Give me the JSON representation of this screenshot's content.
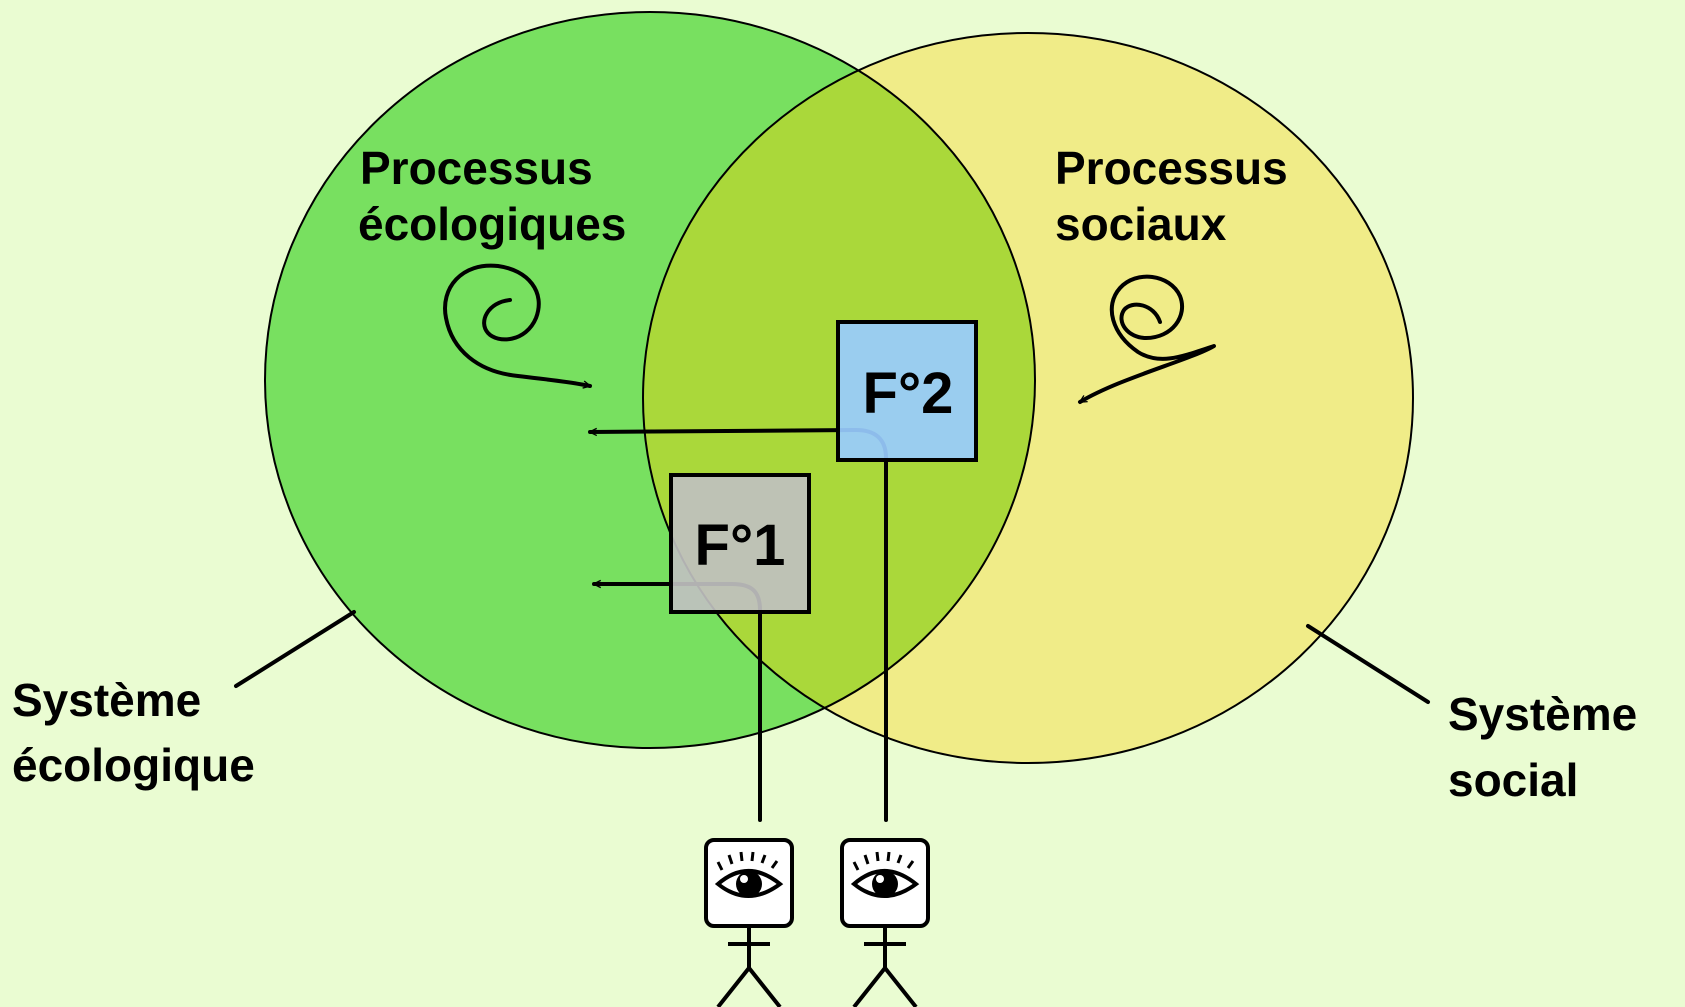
{
  "labels": {
    "processus_eco_line1": "Processus",
    "processus_eco_line2": "écologiques",
    "processus_soc_line1": "Processus",
    "processus_soc_line2": "sociaux",
    "systeme_eco_line1": "Système",
    "systeme_eco_line2": "écologique",
    "systeme_soc_line1": "Système",
    "systeme_soc_line2": "social",
    "box_f1": "F°1",
    "box_f2": "F°2"
  },
  "colors": {
    "background": "#eafcd2",
    "ecological_circle": "#78e060",
    "social_circle": "#f0ec88",
    "overlap": "#aad83a",
    "box_f1": "#c0c0c0",
    "box_f2": "#99ccff",
    "observer_head": "#ffffff",
    "ink": "#000000"
  },
  "icons": {
    "observer_1": "observer-eye-icon",
    "observer_2": "observer-eye-icon",
    "spiral_eco": "spiral-arrow-icon",
    "spiral_soc": "spiral-arrow-icon"
  }
}
